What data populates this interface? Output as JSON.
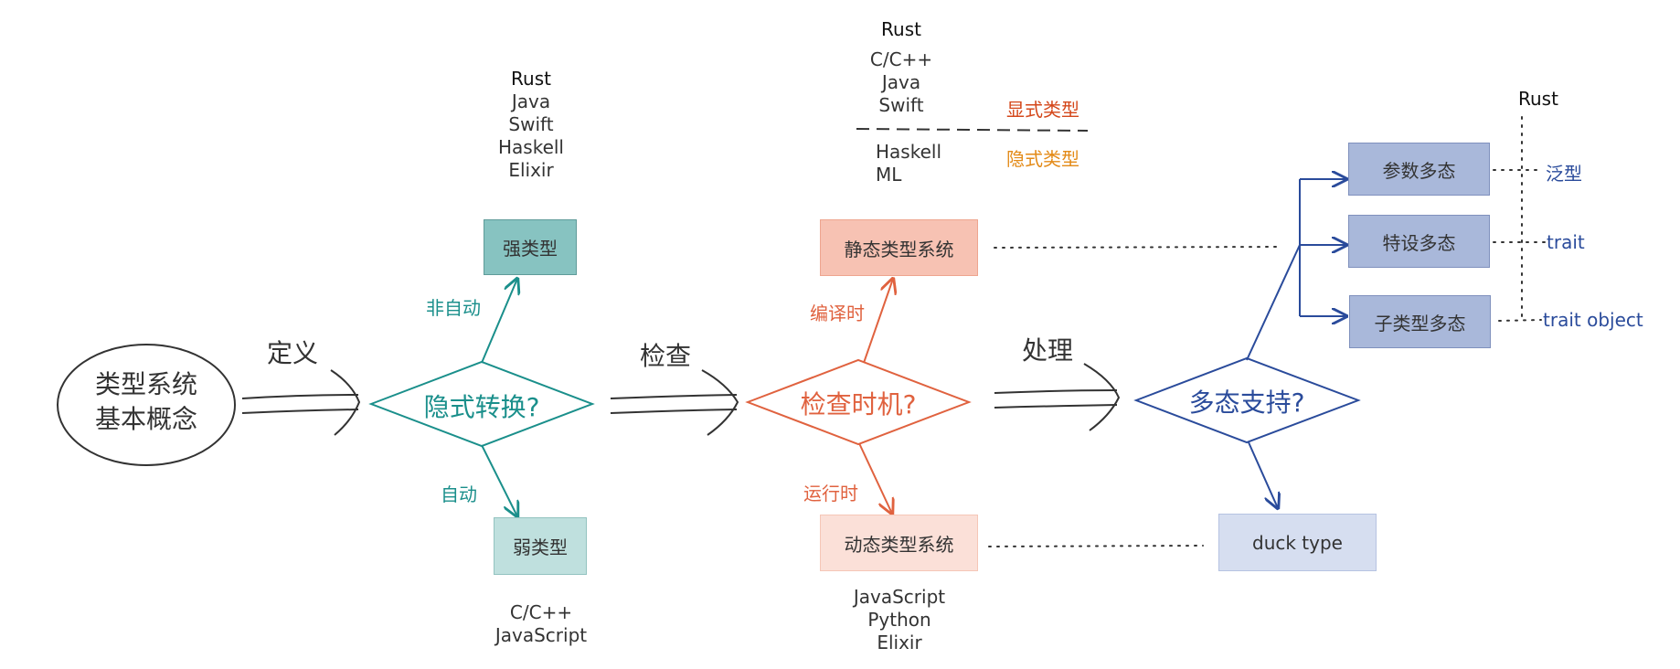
{
  "nodes": {
    "origin": {
      "line1": "类型系统",
      "line2": "基本概念"
    },
    "implicit_conversion": "隐式转换?",
    "check_timing": "检查时机?",
    "polymorphism": "多态支持?",
    "strong": "强类型",
    "weak": "弱类型",
    "static": "静态类型系统",
    "dynamic": "动态类型系统",
    "parametric": "参数多态",
    "adhoc": "特设多态",
    "subtype": "子类型多态",
    "duck": "duck type"
  },
  "edge_labels": {
    "define": "定义",
    "check": "检查",
    "handle": "处理",
    "non_auto": "非自动",
    "auto": "自动",
    "compile_time": "编译时",
    "runtime": "运行时"
  },
  "languages": {
    "strong": [
      "Rust",
      "Java",
      "Swift",
      "Haskell",
      "Elixir"
    ],
    "weak": [
      "C/C++",
      "JavaScript"
    ],
    "static_explicit": [
      "Rust",
      "C/C++",
      "Java",
      "Swift"
    ],
    "static_implicit": [
      "Haskell",
      "ML"
    ],
    "dynamic": [
      "JavaScript",
      "Python",
      "Elixir"
    ],
    "rust_poly": "Rust"
  },
  "typing_labels": {
    "explicit": "显式类型",
    "implicit": "隐式类型"
  },
  "rust_features": {
    "generics": "泛型",
    "trait": "trait",
    "trait_object": "trait object"
  },
  "colors": {
    "teal": "#1a8f8b",
    "orange": "#e0623f",
    "blue": "#2a4b9b",
    "strong_fill": "#87c3c1",
    "weak_fill": "#bfe0de",
    "static_fill": "#f7c2b3",
    "dynamic_fill": "#fbe0d8",
    "poly_fill": "#a9b8da",
    "duck_fill": "#d6def0",
    "explicit": "#d4471a",
    "implicit": "#e38a17"
  }
}
